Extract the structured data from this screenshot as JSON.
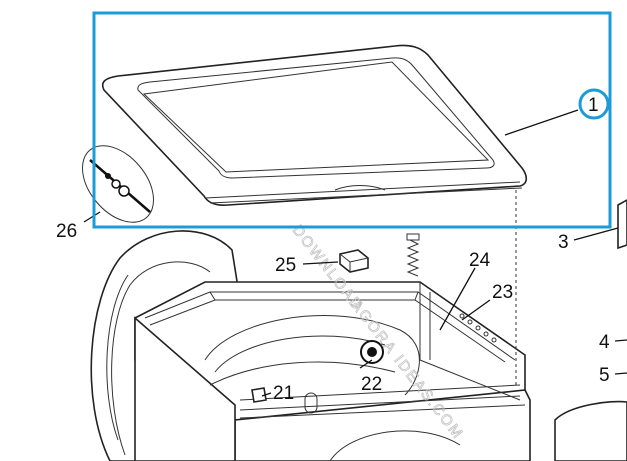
{
  "diagram": {
    "labels": {
      "p1": "1",
      "p3": "3",
      "p4": "4",
      "p5": "5",
      "p21": "21",
      "p22": "22",
      "p23": "23",
      "p24": "24",
      "p25": "25",
      "p26": "26"
    },
    "watermark": {
      "line1": "DOWNLOAD",
      "line2": "AGORA",
      "line3": "IDEAS.COM"
    },
    "colors": {
      "highlight": "#1e9bd7",
      "line": "#111111"
    }
  }
}
